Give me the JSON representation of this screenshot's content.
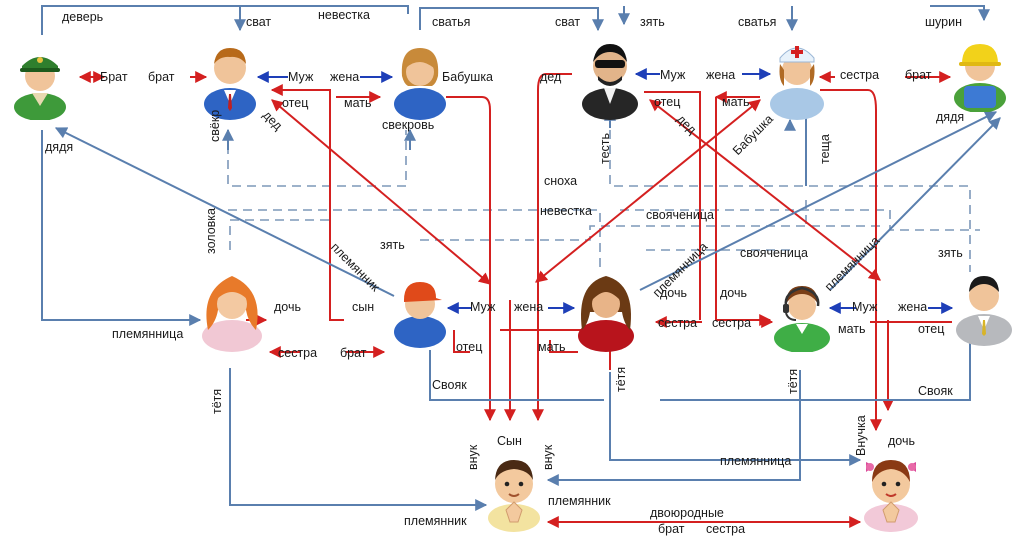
{
  "colors": {
    "red": "#d42020",
    "blue": "#1e3fb8",
    "gray_blue": "#5a7fae",
    "dash": "#7d98b9"
  },
  "labels": {
    "deverj": "деверь",
    "svat_top1": "сват",
    "nevestka_top": "невестка",
    "svatya_top1": "сватья",
    "svat_top2": "сват",
    "zyat_top": "зять",
    "svatya_top2": "сватья",
    "shurin": "шурин",
    "brat_1": "Брат",
    "brat_2": "брат",
    "muzh_1": "Муж",
    "zhena_1": "жена",
    "babushka_1": "Бабушка",
    "ded_1": "дед",
    "muzh_2": "Муж",
    "zhena_2": "жена",
    "sestra_1": "сестра",
    "brat_3": "брат",
    "dyadya_1": "дядя",
    "svekor": "свёкр",
    "otec_1": "отец",
    "ded_diag1": "дед",
    "mat_1": "мать",
    "svekrov": "свекровь",
    "test": "тесть",
    "otec_2": "отец",
    "ded_diag2": "дед",
    "mat_2": "мать",
    "babushka_diag": "Бабушка",
    "teshcha": "теща",
    "dyadya_2": "дядя",
    "snokha": "сноха",
    "nevestka_mid": "невестка",
    "svoyachenitsa_1": "свояченица",
    "zolovka": "золовка",
    "zyat_mid": "зять",
    "plemyannik_diag": "племянник",
    "plemyannitsa_diag1": "племянница",
    "svoyachenitsa_2": "свояченица",
    "plemyannitsa_diag2": "племянница",
    "zyat_right": "зять",
    "doch_1": "дочь",
    "syn_1": "сын",
    "muzh_3": "Муж",
    "zhena_3": "жена",
    "doch_2": "дочь",
    "doch_3": "дочь",
    "muzh_4": "Муж",
    "zhena_4": "жена",
    "plemyannitsa_left": "племянница",
    "sestra_2": "сестра",
    "sestra_3": "сестра",
    "mat_3": "мать",
    "otec_3": "отец",
    "sestra_4": "сестра",
    "brat_4": "брат",
    "otec_4": "отец",
    "mat_4": "мать",
    "tyotya_1": "тётя",
    "svoyak_1": "Свояк",
    "tyotya_2": "тётя",
    "tyotya_3": "тётя",
    "svoyak_2": "Свояк",
    "vnuk_1": "внук",
    "syn_2": "Сын",
    "vnuk_2": "внук",
    "vnuchka": "Внучка",
    "doch_4": "дочь",
    "plemyannitsa_low": "племянница",
    "plemyannik_low1": "племянник",
    "plemyannik_low2": "племянник",
    "dvoyurodnye": "двоюродные",
    "brat_5": "брат",
    "sestra_5": "сестра"
  }
}
